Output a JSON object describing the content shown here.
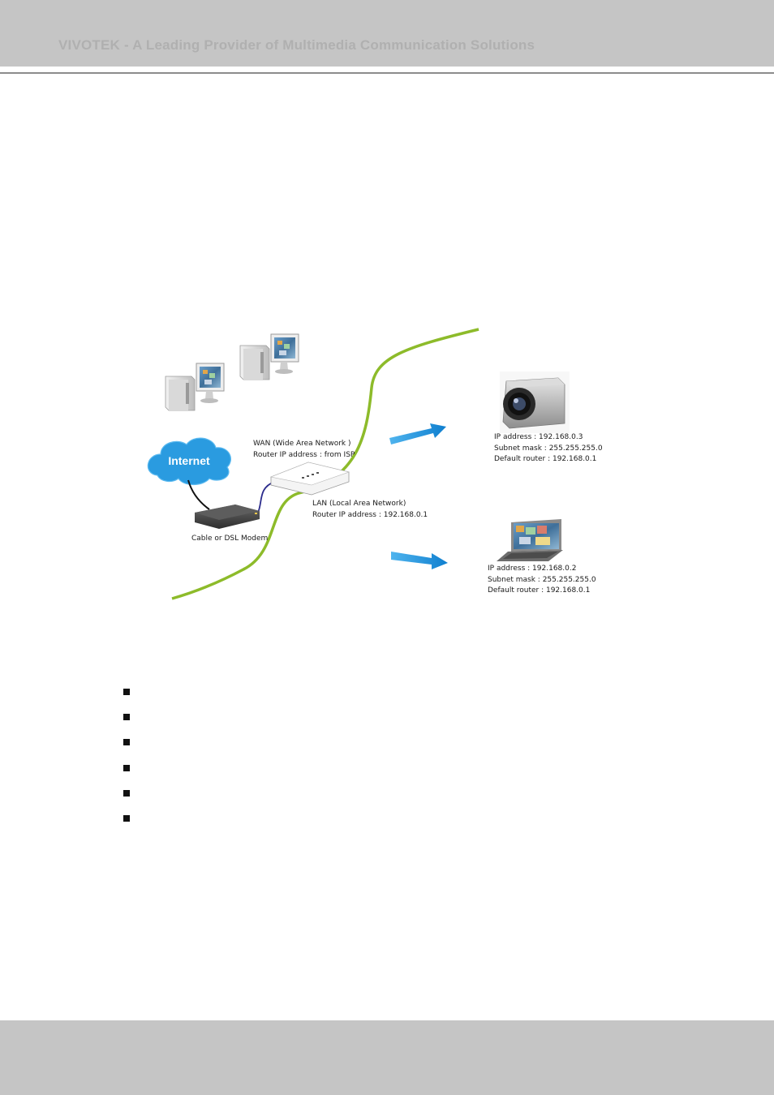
{
  "header": {
    "title": "VIVOTEK - A Leading Provider of Multimedia Communication Solutions"
  },
  "diagram": {
    "internet_label": "Internet",
    "modem_label": "Cable or DSL Modem",
    "wan": {
      "line1": "WAN (Wide Area Network )",
      "line2": "Router IP address : from ISP"
    },
    "lan": {
      "line1": "LAN (Local Area Network)",
      "line2": "Router IP address : 192.168.0.1"
    },
    "camera": {
      "ip": "IP address : 192.168.0.3",
      "mask": "Subnet mask : 255.255.255.0",
      "router": "Default router : 192.168.0.1"
    },
    "laptop": {
      "ip": "IP address : 192.168.0.2",
      "mask": "Subnet mask : 255.255.255.0",
      "router": "Default router : 192.168.0.1"
    },
    "colors": {
      "divider": "#8dbb2a",
      "arrow": "#1a8fd8",
      "cloud": "#2a9be0"
    }
  },
  "bullets": [
    "",
    "",
    "",
    "",
    "",
    ""
  ]
}
